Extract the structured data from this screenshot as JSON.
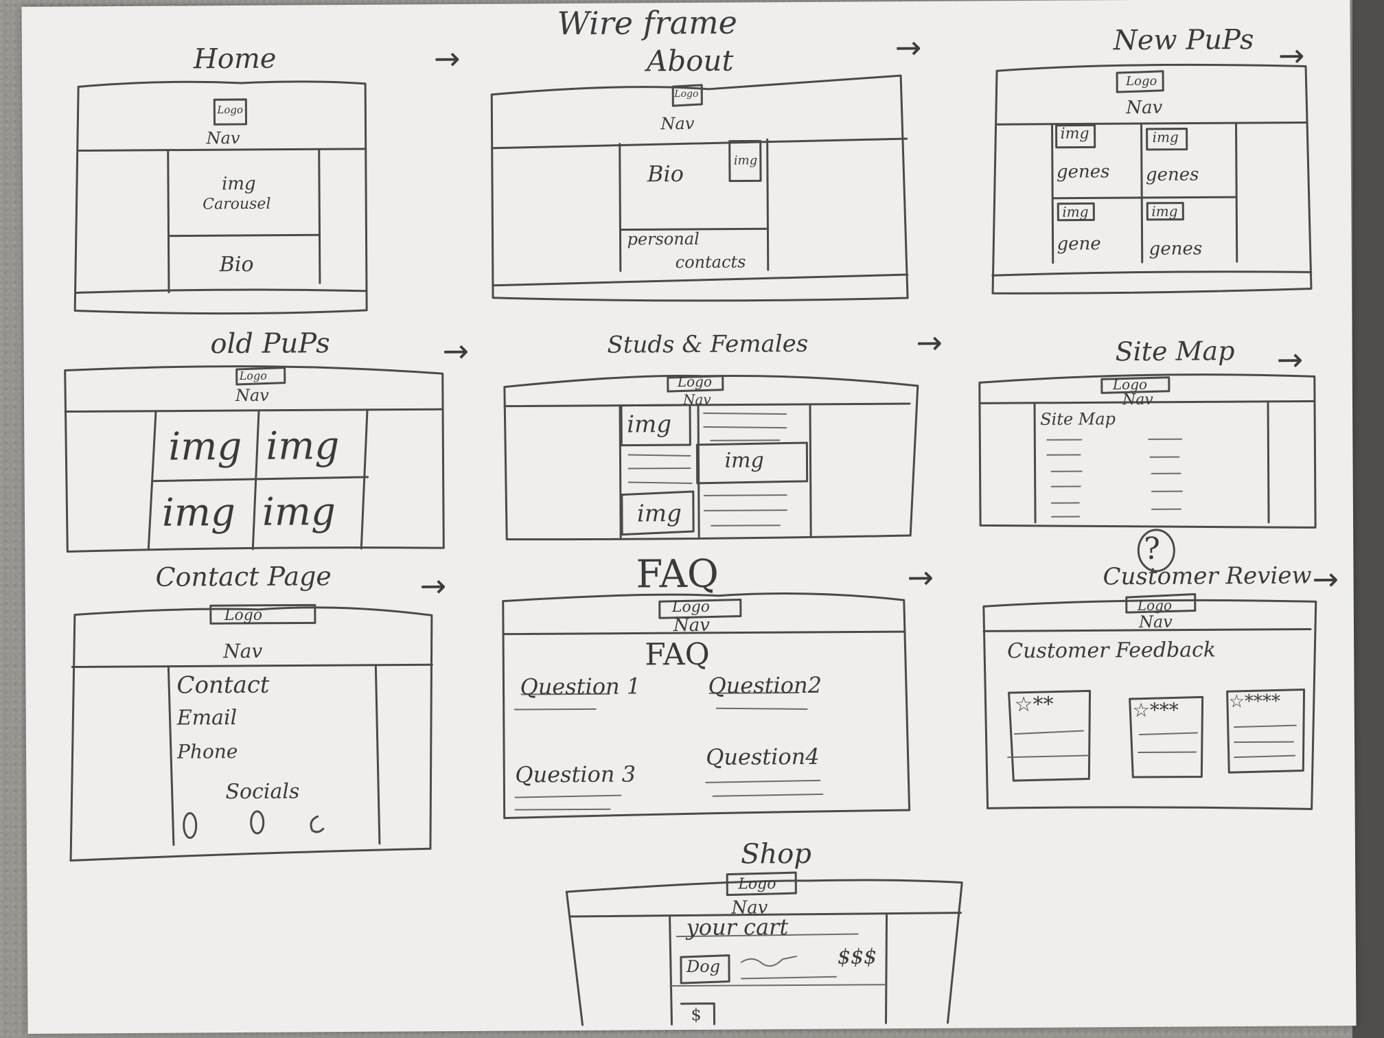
{
  "title": "Wire frame",
  "common": {
    "logo": "Logo",
    "nav": "Nav"
  },
  "frames": {
    "home": {
      "title": "Home",
      "img": "img",
      "carousel": "Carousel",
      "bio": "Bio"
    },
    "about": {
      "title": "About",
      "bio": "Bio",
      "img": "img",
      "personal": "personal",
      "contacts": "contacts"
    },
    "new_pups": {
      "title": "New PuPs",
      "img": "img",
      "genes": "genes",
      "gene": "gene"
    },
    "old_pups": {
      "title": "old PuPs",
      "img": "img"
    },
    "studs": {
      "title": "Studs & Females",
      "img": "img"
    },
    "site_map": {
      "title": "Site Map",
      "heading": "Site Map"
    },
    "contact": {
      "title": "Contact Page",
      "contact": "Contact",
      "email": "Email",
      "phone": "Phone",
      "socials": "Socials"
    },
    "faq": {
      "title": "FAQ",
      "heading": "FAQ",
      "q1": "Question 1",
      "q2": "Question2",
      "q3": "Question 3",
      "q4": "Question4"
    },
    "review": {
      "title": "Customer Review",
      "question_mark": "?",
      "feedback": "Customer Feedback",
      "stars_1": "☆**",
      "stars_2": "☆***",
      "stars_3": "☆****"
    },
    "shop": {
      "title": "Shop",
      "cart": "your cart",
      "dog": "Dog",
      "price": "$$$",
      "pay": "$"
    }
  }
}
